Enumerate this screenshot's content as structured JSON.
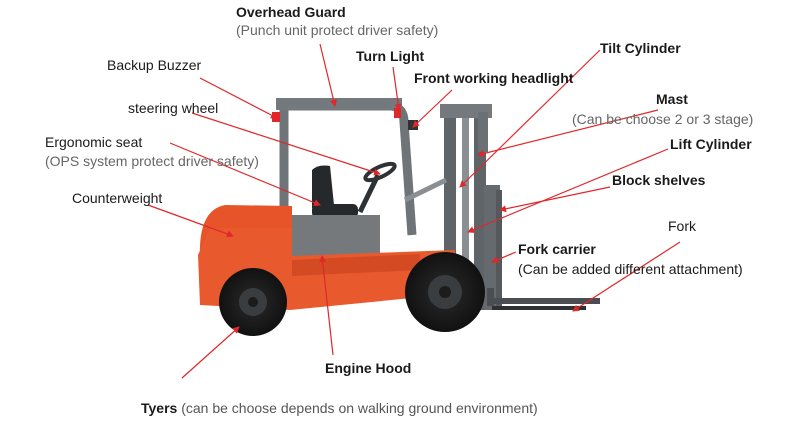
{
  "labels": {
    "overhead_guard": {
      "title": "Overhead Guard",
      "subtitle": "(Punch unit protect driver safety)"
    },
    "turn_light": {
      "title": "Turn Light"
    },
    "tilt_cylinder": {
      "title": "Tilt Cylinder"
    },
    "backup_buzzer": {
      "title": "Backup Buzzer"
    },
    "front_headlight": {
      "title": "Front working headlight"
    },
    "steering_wheel": {
      "title": "steering wheel"
    },
    "mast": {
      "title": "Mast",
      "subtitle": "(Can be choose 2 or 3 stage)"
    },
    "ergonomic_seat": {
      "title": "Ergonomic seat",
      "subtitle": "(OPS system protect driver safety)"
    },
    "lift_cylinder": {
      "title": "Lift Cylinder"
    },
    "block_shelves": {
      "title": "Block shelves"
    },
    "counterweight": {
      "title": "Counterweight"
    },
    "fork": {
      "title": "Fork"
    },
    "fork_carrier": {
      "title": "Fork carrier",
      "subtitle": "(Can be added different attachment)"
    },
    "engine_hood": {
      "title": "Engine Hood"
    },
    "tyers": {
      "title": "Tyers",
      "subtitle": " (can be choose depends on walking ground environment)"
    }
  },
  "colors": {
    "body_orange": "#e8542a",
    "frame_gray": "#6f7478",
    "dark_gray": "#3a3d40",
    "tire_black": "#1c1c1c",
    "leader_red": "#e0282a"
  }
}
